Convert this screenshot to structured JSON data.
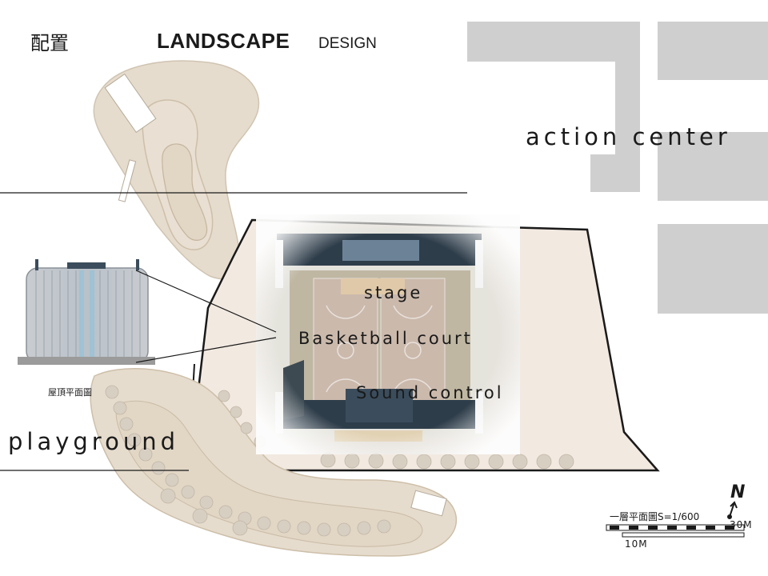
{
  "header": {
    "title_zh": "配置",
    "title_main": "LANDSCAPE",
    "title_sub": "DESIGN"
  },
  "areas": {
    "action_center": "action center",
    "playground": "playground"
  },
  "building": {
    "stage": "stage",
    "court": "Basketball court",
    "sound": "Sound control"
  },
  "inset": {
    "caption": "屋頂平面圖"
  },
  "scale": {
    "label": "一層平面圖S=1/600",
    "max_label": "30M",
    "mid_label": "10M"
  },
  "north": "N",
  "colors": {
    "sand": "#e6dccd",
    "site": "#f2e9e1",
    "court": "#bfb7a2",
    "dark_roof": "#2e3d4a",
    "gray_block": "#cfcfcf"
  }
}
